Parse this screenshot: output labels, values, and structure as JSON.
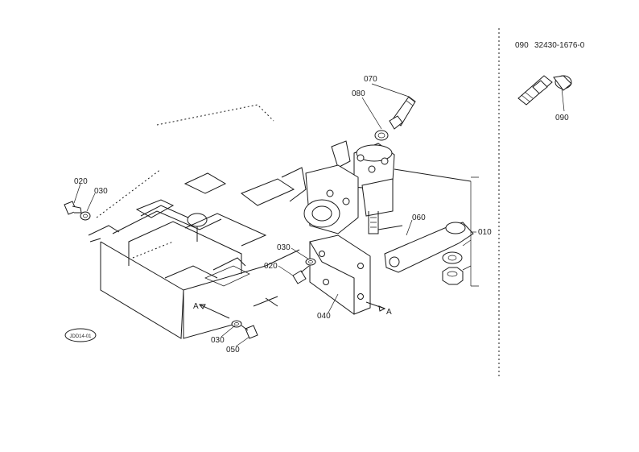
{
  "callouts": {
    "c010": "010",
    "c020": "020",
    "c030": "030",
    "c040": "040",
    "c050": "050",
    "c060": "060",
    "c070": "070",
    "c080": "080",
    "ref_a": "A"
  },
  "stamp": "JDD14-01",
  "side_panel": {
    "item": "090",
    "code": "32430-1676-0",
    "callout": "090"
  }
}
